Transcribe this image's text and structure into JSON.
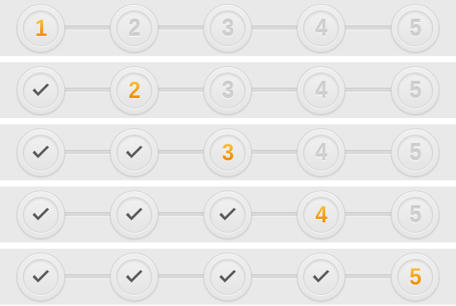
{
  "rows": [
    {
      "active_step": 1,
      "steps": [
        {
          "state": "active",
          "label": "1"
        },
        {
          "state": "pending",
          "label": "2"
        },
        {
          "state": "pending",
          "label": "3"
        },
        {
          "state": "pending",
          "label": "4"
        },
        {
          "state": "pending",
          "label": "5"
        }
      ]
    },
    {
      "active_step": 2,
      "steps": [
        {
          "state": "done",
          "label": ""
        },
        {
          "state": "active",
          "label": "2"
        },
        {
          "state": "pending",
          "label": "3"
        },
        {
          "state": "pending",
          "label": "4"
        },
        {
          "state": "pending",
          "label": "5"
        }
      ]
    },
    {
      "active_step": 3,
      "steps": [
        {
          "state": "done",
          "label": ""
        },
        {
          "state": "done",
          "label": ""
        },
        {
          "state": "active",
          "label": "3"
        },
        {
          "state": "pending",
          "label": "4"
        },
        {
          "state": "pending",
          "label": "5"
        }
      ]
    },
    {
      "active_step": 4,
      "steps": [
        {
          "state": "done",
          "label": ""
        },
        {
          "state": "done",
          "label": ""
        },
        {
          "state": "done",
          "label": ""
        },
        {
          "state": "active",
          "label": "4"
        },
        {
          "state": "pending",
          "label": "5"
        }
      ]
    },
    {
      "active_step": 5,
      "steps": [
        {
          "state": "done",
          "label": ""
        },
        {
          "state": "done",
          "label": ""
        },
        {
          "state": "done",
          "label": ""
        },
        {
          "state": "done",
          "label": ""
        },
        {
          "state": "active",
          "label": "5"
        }
      ]
    }
  ],
  "icons": {
    "done": "checkmark-icon"
  },
  "colors": {
    "background": "#e9e9e9",
    "active_number": "#f4a019",
    "pending_number": "#d0d0d0",
    "checkmark": "#5a5a5a"
  }
}
